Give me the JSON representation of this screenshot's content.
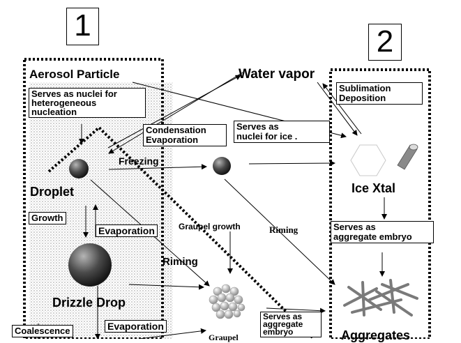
{
  "panel_numbers": [
    "1",
    "2"
  ],
  "labels": {
    "aerosol_particle": "Aerosol Particle",
    "serves_nuclei_het": [
      "Serves as nuclei for",
      "heterogeneous",
      "nucleation"
    ],
    "water_vapor": "Water vapor",
    "sublimation_deposition": [
      "Sublimation",
      "Deposition"
    ],
    "condensation_evaporation": [
      "Condensation",
      "Evaporation"
    ],
    "serves_nuclei_ice": [
      "Serves as",
      "nuclei for ice ."
    ],
    "freezing": "Freezing",
    "droplet": "Droplet",
    "ice_xtal": "Ice Xtal",
    "growth": "Growth",
    "evaporation_1": "Evaporation",
    "graupel_growth": "Graupel growth",
    "riming_1": "Riming",
    "riming_2": "Riming",
    "serves_aggregate_embryo_1": [
      "Serves as",
      "aggregate embryo"
    ],
    "drizzle_drop": "Drizzle Drop",
    "serves_aggregate_embryo_2": [
      "Serves as",
      "aggregate",
      "embryo"
    ],
    "coalescence": "Coalescence",
    "evaporation_2": "Evaporation",
    "graupel": "Graupel",
    "aggregates": "Aggregates"
  },
  "colors": {
    "ink": "#000000",
    "stipple": "#d8d8d8",
    "sphere_dark": "#2a2a2a",
    "sphere_light": "#9a9a9a"
  }
}
